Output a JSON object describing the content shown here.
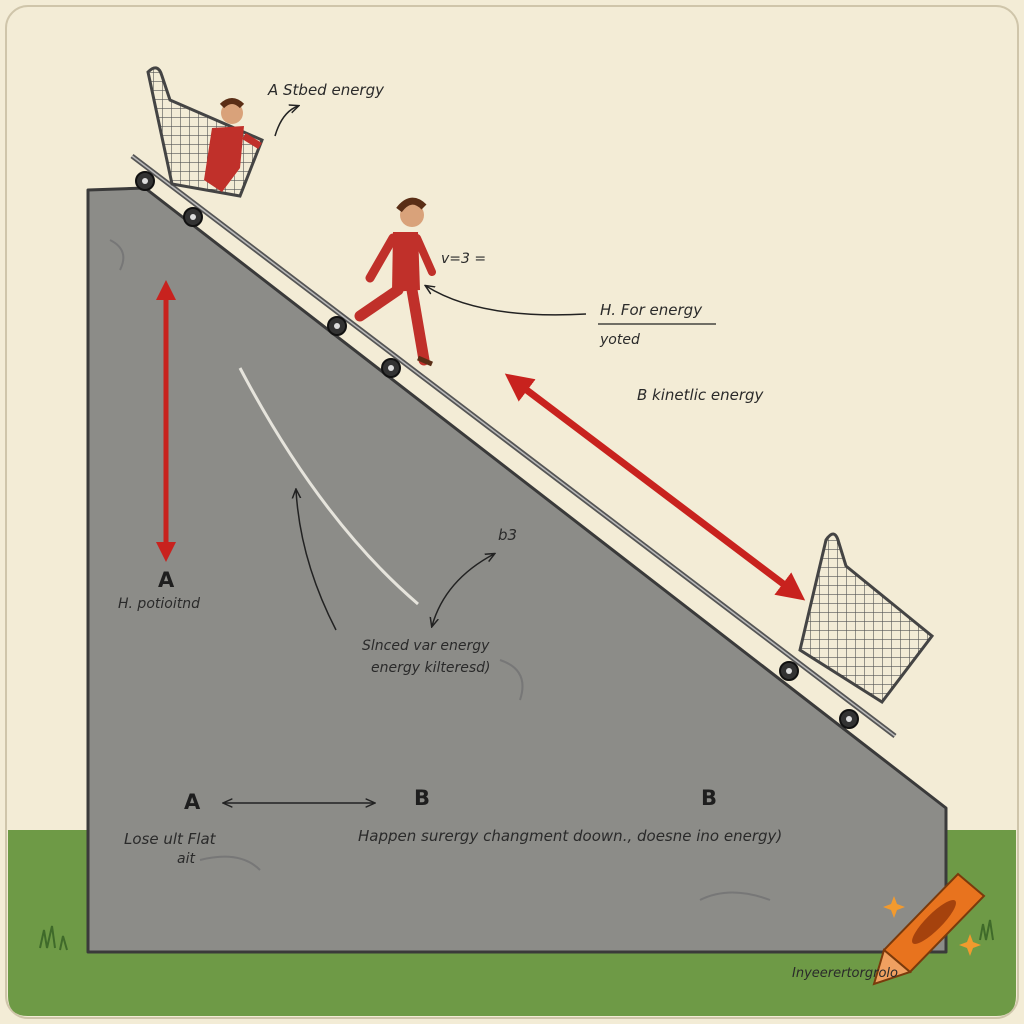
{
  "labels": {
    "top_stored": "A  Stbed energy",
    "v_formula": "v=3 =",
    "for_energy": "H. For energy",
    "yoted": "yoted",
    "b_kinetic": "B  kinetlic energy",
    "b3": "b3",
    "height_letter": "A",
    "h_potential": "H. potioitnd",
    "center_line1": "Slnced var energy",
    "center_line2": "energy  kilteresd)",
    "bottom_a": "A",
    "bottom_b1": "B",
    "bottom_b2": "B",
    "lose_line1": "Lose ult Flat",
    "lose_line2": "ait",
    "happen_line": "Happen surergy changment doown., doesne ino energy)",
    "footer_text": "Inyeerertorgrolo"
  },
  "colors": {
    "background": "#f3ecd6",
    "hill": "#8c8c88",
    "grass": "#6e9a46",
    "arrow_red": "#c8221e",
    "figure_red": "#c0302a",
    "crayon_orange": "#e8731e"
  },
  "icons": [
    "shopping-cart-icon",
    "person-icon",
    "crayon-icon",
    "sparkle-icon"
  ]
}
